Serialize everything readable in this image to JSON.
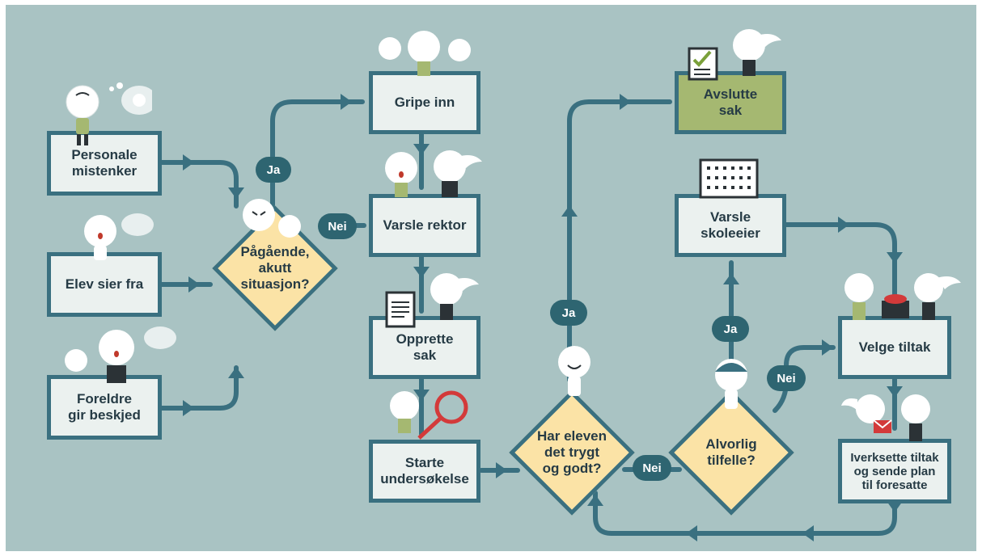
{
  "colors": {
    "background": "#a9c3c3",
    "line": "#3a7080",
    "box_fill": "#ebf1ef",
    "decision_fill": "#fbe3a6",
    "end_fill": "#a5b871",
    "pill": "#2e6571",
    "text": "#263b45"
  },
  "boxes": {
    "personale": "Personale\nmistenker",
    "elev": "Elev sier fra",
    "foreldre": "Foreldre\ngir beskjed",
    "gripe": "Gripe inn",
    "varsle_rektor": "Varsle rektor",
    "opprette": "Opprette\nsak",
    "starte": "Starte\nundersøkelse",
    "avslutte": "Avslutte\nsak",
    "varsle_skoleeier": "Varsle\nskoleeier",
    "velge": "Velge tiltak",
    "iverksette": "Iverksette tiltak\nog sende plan\ntil foresatte"
  },
  "decisions": {
    "akutt": "Pågående,\nakutt\nsituasjon?",
    "trygt": "Har eleven\ndet trygt\nog godt?",
    "alvorlig": "Alvorlig\ntilfelle?"
  },
  "pills": {
    "ja_akutt": "Ja",
    "nei_akutt": "Nei",
    "ja_trygt": "Ja",
    "nei_trygt": "Nei",
    "ja_alvorlig": "Ja",
    "nei_alvorlig": "Nei"
  },
  "icons": {
    "figures": "cartoon-person-icon",
    "document": "document-icon",
    "magnifier": "magnifier-icon",
    "checklist": "checklist-icon",
    "building": "building-icon",
    "mail": "mail-icon",
    "speech": "thought-bubble-icon"
  }
}
